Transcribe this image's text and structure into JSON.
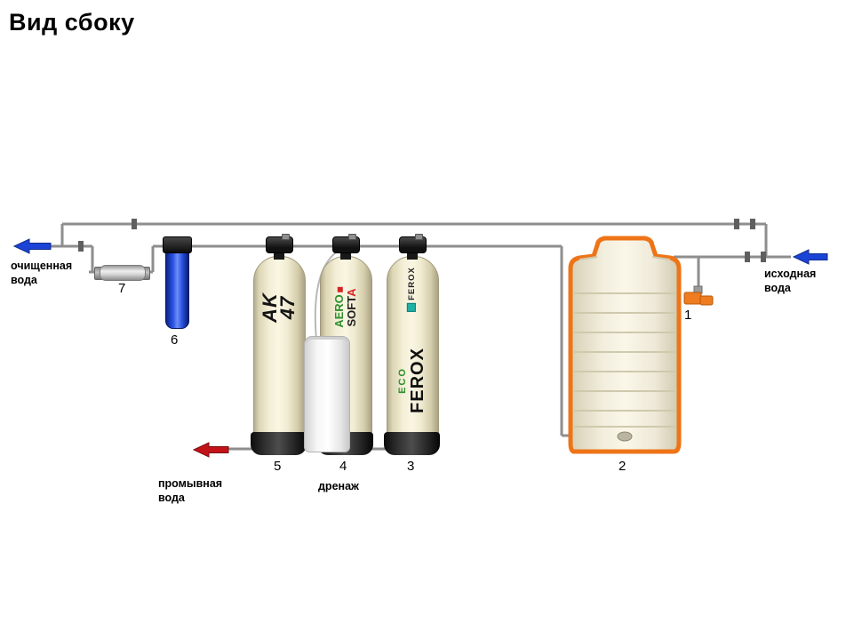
{
  "title": "Вид сбоку",
  "flows": {
    "purified": {
      "line1": "очищенная",
      "line2": "вода"
    },
    "source": {
      "line1": "исходная",
      "line2": "вода"
    },
    "flush": {
      "line1": "промывная",
      "line2": "вода"
    },
    "drain": {
      "label": "дренаж"
    }
  },
  "markers": {
    "m1": "1",
    "m2": "2",
    "m3": "3",
    "m4": "4",
    "m5": "5",
    "m6": "6",
    "m7": "7"
  },
  "equipment": {
    "tank5": {
      "brand_line1": "AK",
      "brand_line2": "47"
    },
    "tank4": {
      "brand_green": "AERO",
      "brand_dark": "SOFT",
      "brand_red": "A"
    },
    "tank3": {
      "logo_top": "FEROX",
      "brand_eco": "ECO",
      "brand_main": "FEROX"
    }
  },
  "colors": {
    "flow_blue": "#1B43D6",
    "flush_red": "#C21318",
    "pipe_gray": "#8E8E8E",
    "tank_outline_orange": "#EE7417",
    "vessel_cream": "#F2ECD2",
    "cartridge_blue": "#2C55E8",
    "eco_green": "#2E8F2E",
    "accent_red": "#D42525"
  }
}
